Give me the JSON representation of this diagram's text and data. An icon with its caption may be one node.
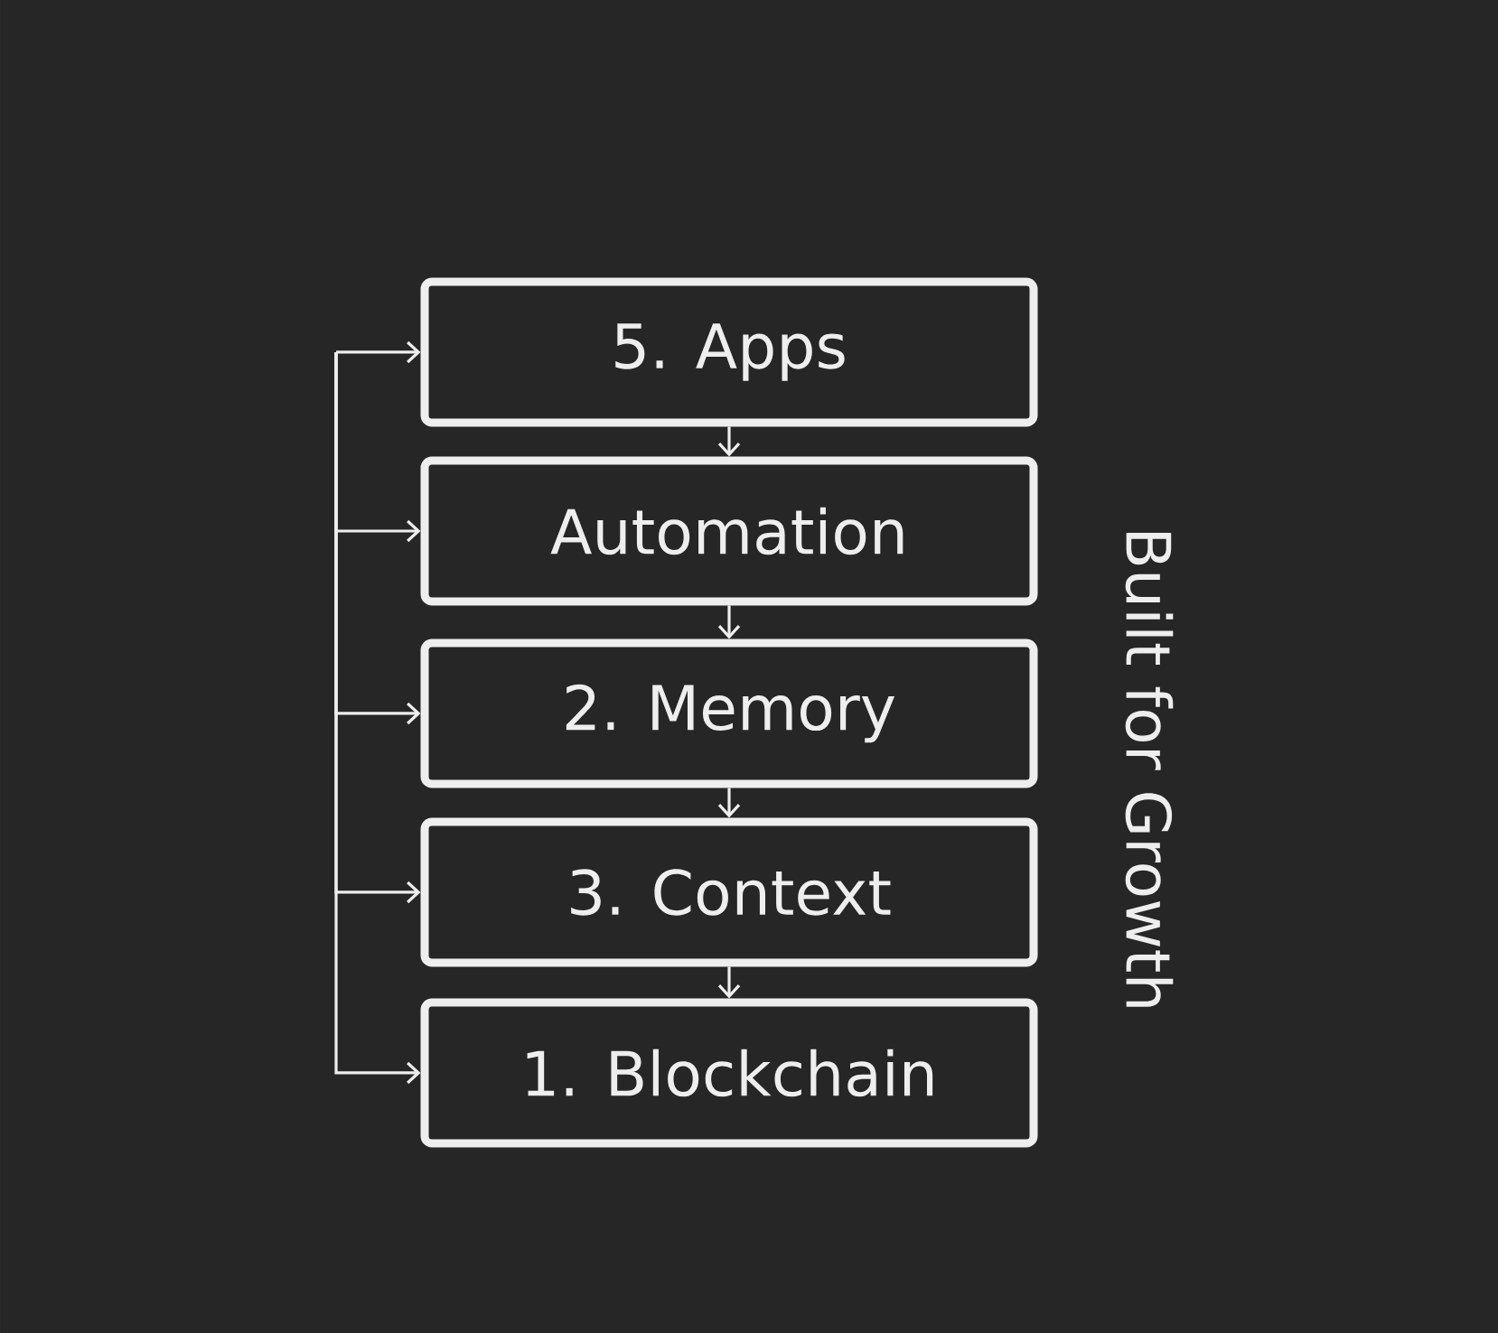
{
  "diagram": {
    "nodes": [
      {
        "text": [
          "5. Apps"
        ]
      },
      {
        "text": [
          "Automation"
        ]
      },
      {
        "text": [
          "2. Memory"
        ]
      },
      {
        "text": [
          "3. Context"
        ]
      },
      {
        "text": [
          "1. Blockchain"
        ]
      }
    ],
    "edges": [
      {
        "from": 0,
        "to": 1,
        "arrow": "to"
      },
      {
        "from": 1,
        "to": 2,
        "arrow": "to"
      },
      {
        "from": 2,
        "to": 3,
        "arrow": "to"
      },
      {
        "from": 3,
        "to": 4,
        "arrow": "to"
      },
      {
        "from": null,
        "to": 0,
        "arrow": "to"
      },
      {
        "from": null,
        "to": 1,
        "arrow": "to"
      },
      {
        "from": null,
        "to": 2,
        "arrow": "to"
      },
      {
        "from": null,
        "to": 3,
        "arrow": "to"
      },
      {
        "from": null,
        "to": 4,
        "arrow": "to"
      }
    ],
    "labels": [
      "Built for Growth"
    ]
  }
}
